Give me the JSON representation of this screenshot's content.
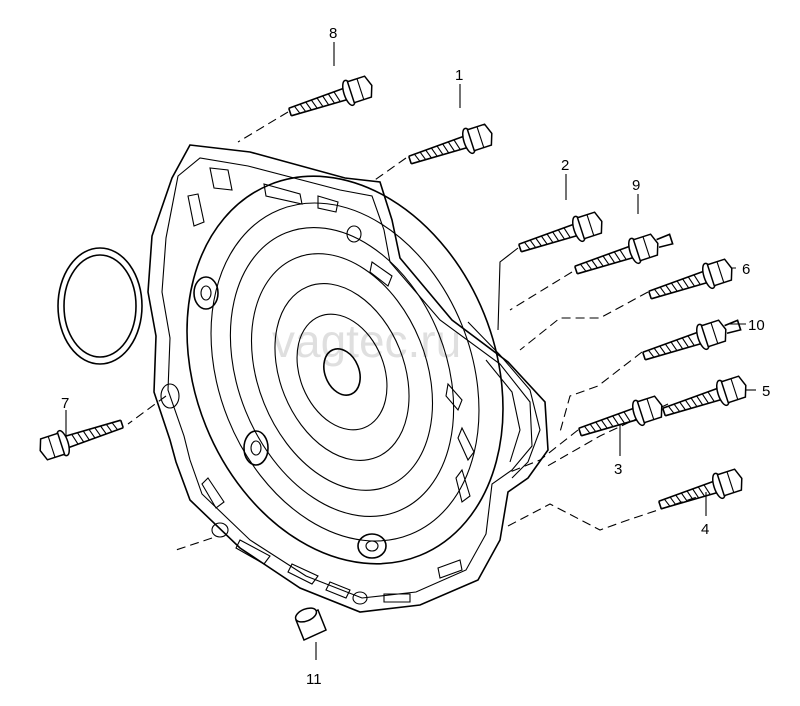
{
  "watermark": "vagtec.ru",
  "labels": {
    "p1": "1",
    "p2": "2",
    "p3": "3",
    "p4": "4",
    "p5": "5",
    "p6": "6",
    "p7": "7",
    "p8": "8",
    "p9": "9",
    "p10": "10",
    "p11": "11"
  }
}
